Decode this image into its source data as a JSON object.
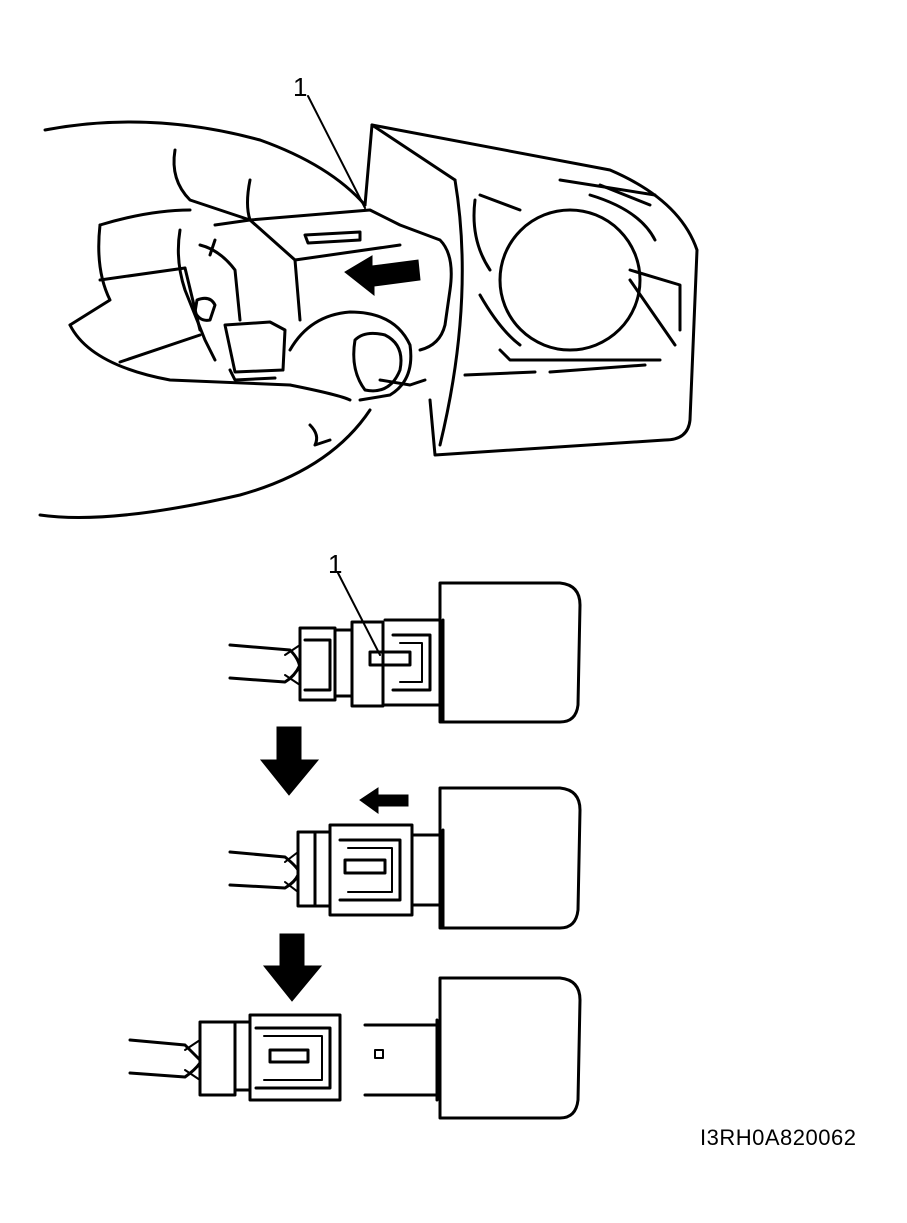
{
  "figure": {
    "callouts": {
      "top_view": "1",
      "steps_view": "1"
    },
    "figure_id": "I3RH0A820062"
  }
}
